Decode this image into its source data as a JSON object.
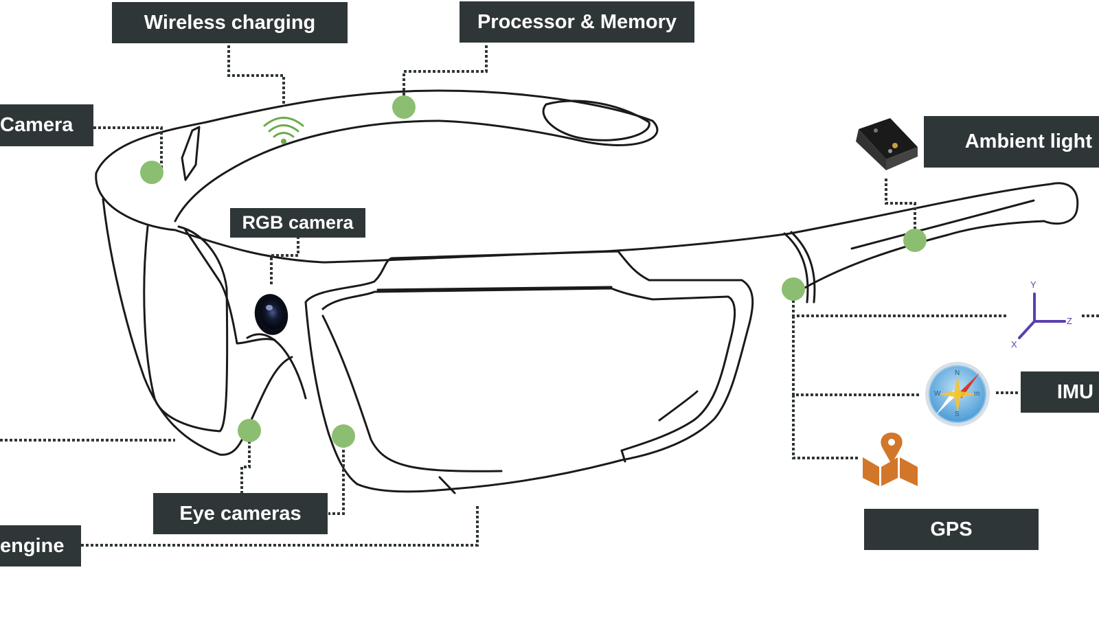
{
  "labels": {
    "wireless_charging": "Wireless charging",
    "processor_memory": "Processor & Memory",
    "camera": "Camera",
    "ambient_light": "Ambient light",
    "rgb_camera": "RGB camera",
    "imu": "IMU",
    "eye_cameras": "Eye cameras",
    "engine": "engine",
    "gps": "GPS"
  },
  "axes": {
    "y": "Y",
    "z": "Z",
    "x": "X"
  },
  "compass": {
    "n": "N",
    "s": "S",
    "w": "W",
    "e": "m"
  },
  "colors": {
    "label_bg": "#2f3638",
    "sensor_dot": "#8cbe72",
    "gps_icon": "#d2762a",
    "axes": "#5a3fb0"
  },
  "icons": [
    "wifi-icon",
    "axes-icon",
    "compass-icon",
    "map-pin-icon",
    "light-sensor-icon",
    "camera-lens-icon"
  ]
}
